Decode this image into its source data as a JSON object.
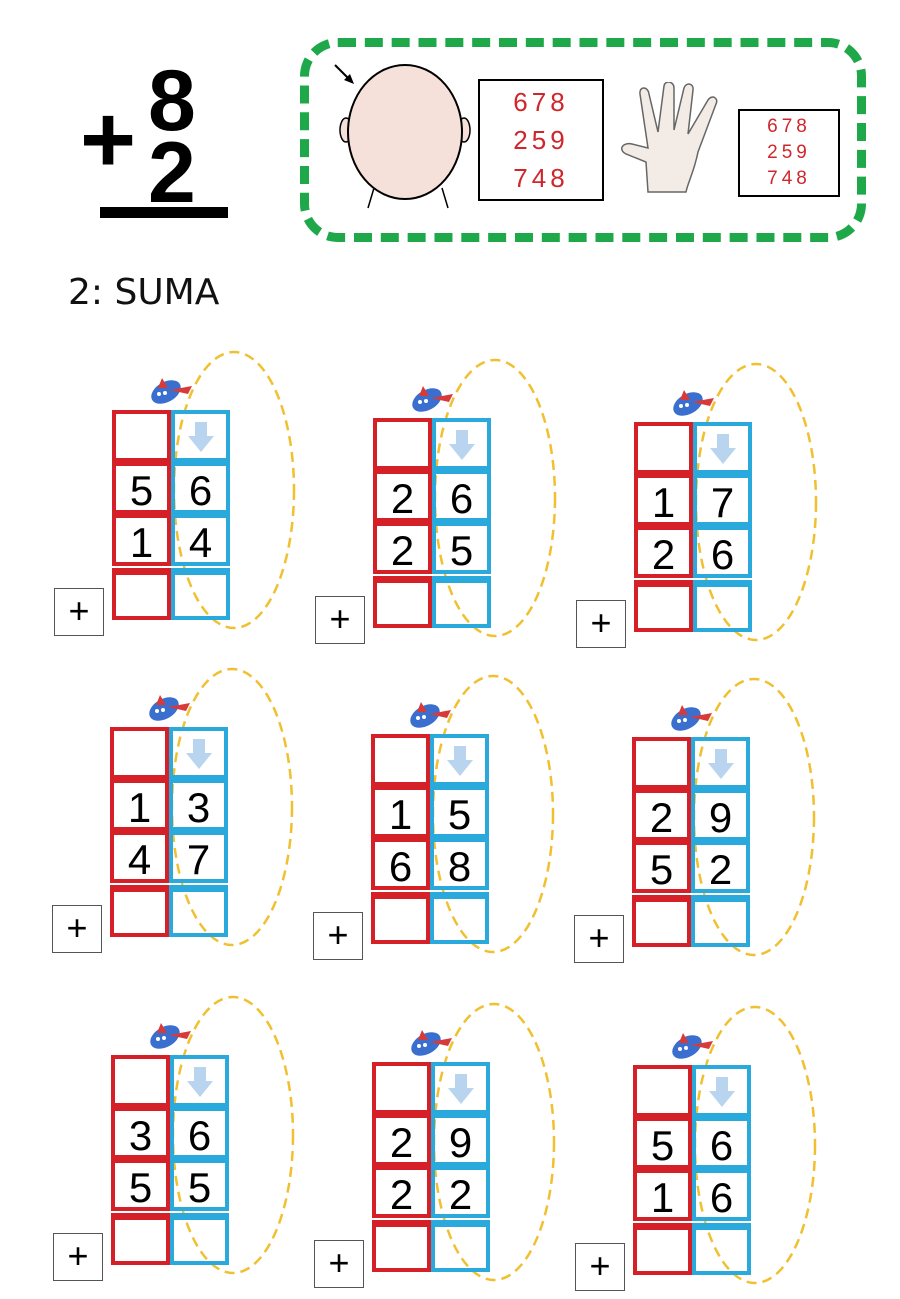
{
  "header": {
    "example": {
      "operator": "+",
      "top": "8",
      "bottom": "2"
    },
    "instructions": {
      "icons": [
        "head-icon",
        "hand-icon"
      ],
      "large_card": [
        "678",
        "259",
        "748"
      ],
      "small_card": [
        "678",
        "259",
        "748"
      ]
    }
  },
  "title": "2: SUMA",
  "colors": {
    "tens": "#d62027",
    "units": "#2aa9dd",
    "frame": "#1fa84a",
    "orbit": "#f0c030",
    "numbers": "#d0262b"
  },
  "problems": [
    {
      "top": [
        "5",
        "6"
      ],
      "bottom": [
        "1",
        "4"
      ],
      "operator": "+"
    },
    {
      "top": [
        "2",
        "6"
      ],
      "bottom": [
        "2",
        "5"
      ],
      "operator": "+"
    },
    {
      "top": [
        "1",
        "7"
      ],
      "bottom": [
        "2",
        "6"
      ],
      "operator": "+"
    },
    {
      "top": [
        "1",
        "3"
      ],
      "bottom": [
        "4",
        "7"
      ],
      "operator": "+"
    },
    {
      "top": [
        "1",
        "5"
      ],
      "bottom": [
        "6",
        "8"
      ],
      "operator": "+"
    },
    {
      "top": [
        "2",
        "9"
      ],
      "bottom": [
        "5",
        "2"
      ],
      "operator": "+"
    },
    {
      "top": [
        "3",
        "6"
      ],
      "bottom": [
        "5",
        "5"
      ],
      "operator": "+"
    },
    {
      "top": [
        "2",
        "9"
      ],
      "bottom": [
        "2",
        "2"
      ],
      "operator": "+"
    },
    {
      "top": [
        "5",
        "6"
      ],
      "bottom": [
        "1",
        "6"
      ],
      "operator": "+"
    }
  ]
}
